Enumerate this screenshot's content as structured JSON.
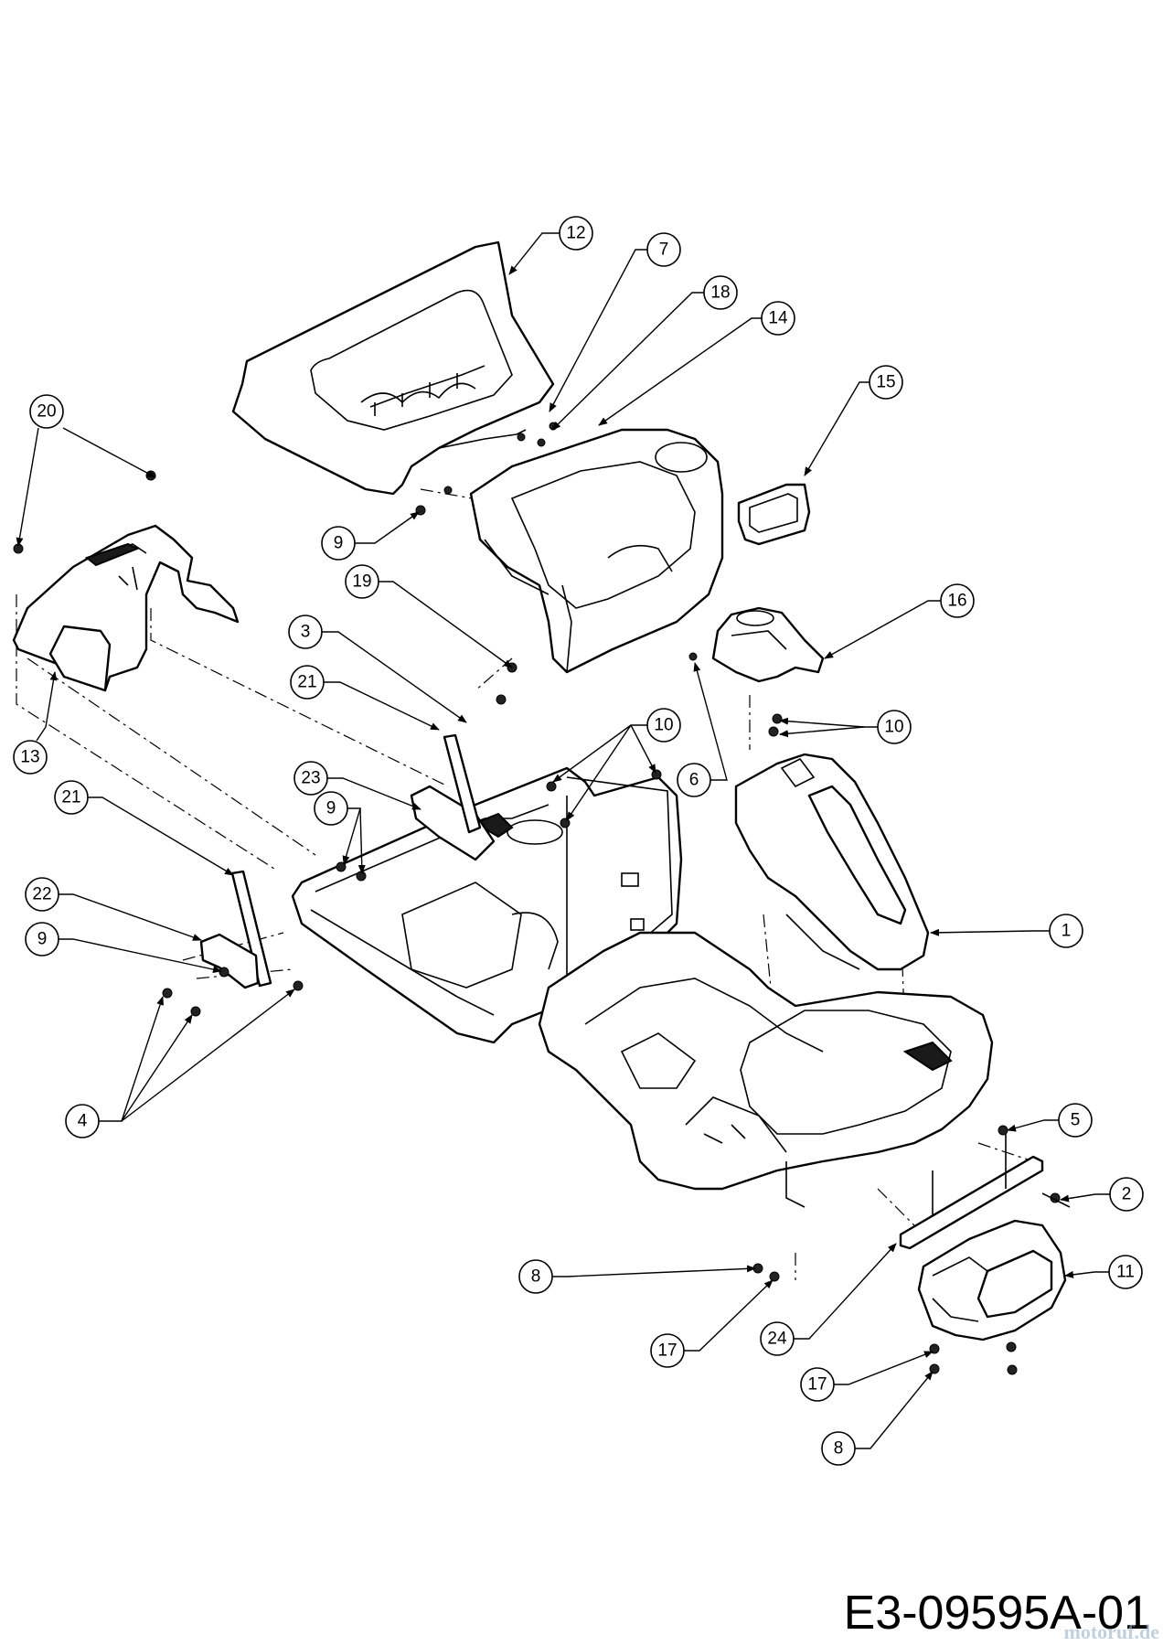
{
  "diagram": {
    "drawing_number": "E3-09595A-01",
    "watermark": "motoruf.de"
  },
  "callouts": [
    {
      "id": "c12",
      "label": "12"
    },
    {
      "id": "c7",
      "label": "7"
    },
    {
      "id": "c18",
      "label": "18"
    },
    {
      "id": "c14",
      "label": "14"
    },
    {
      "id": "c15",
      "label": "15"
    },
    {
      "id": "c20",
      "label": "20"
    },
    {
      "id": "c9a",
      "label": "9"
    },
    {
      "id": "c19",
      "label": "19"
    },
    {
      "id": "c16",
      "label": "16"
    },
    {
      "id": "c3",
      "label": "3"
    },
    {
      "id": "c21a",
      "label": "21"
    },
    {
      "id": "c10a",
      "label": "10"
    },
    {
      "id": "c10b",
      "label": "10"
    },
    {
      "id": "c13",
      "label": "13"
    },
    {
      "id": "c6",
      "label": "6"
    },
    {
      "id": "c23",
      "label": "23"
    },
    {
      "id": "c21b",
      "label": "21"
    },
    {
      "id": "c9b",
      "label": "9"
    },
    {
      "id": "c1",
      "label": "1"
    },
    {
      "id": "c22",
      "label": "22"
    },
    {
      "id": "c9c",
      "label": "9"
    },
    {
      "id": "c4",
      "label": "4"
    },
    {
      "id": "c5",
      "label": "5"
    },
    {
      "id": "c2",
      "label": "2"
    },
    {
      "id": "c8a",
      "label": "8"
    },
    {
      "id": "c11",
      "label": "11"
    },
    {
      "id": "c17a",
      "label": "17"
    },
    {
      "id": "c24",
      "label": "24"
    },
    {
      "id": "c17b",
      "label": "17"
    },
    {
      "id": "c8b",
      "label": "8"
    }
  ]
}
